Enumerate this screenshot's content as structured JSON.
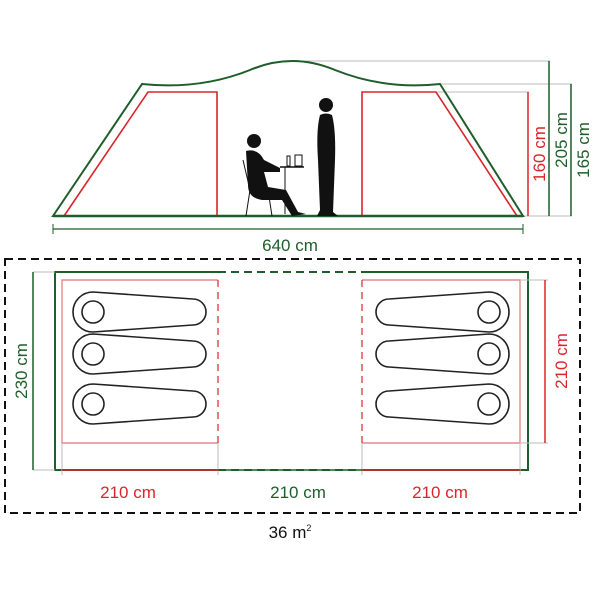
{
  "colors": {
    "outer": "#1e5e2a",
    "inner": "#d9262b",
    "figure": "#111111"
  },
  "elevation": {
    "width_label": "640 cm",
    "inner_height_label": "160 cm",
    "peak_height_label": "205 cm",
    "side_height_label": "165 cm"
  },
  "floor_plan": {
    "depth_label": "230 cm",
    "room_depth_label": "210 cm",
    "left_room_width_label": "210 cm",
    "living_width_label": "210 cm",
    "right_room_width_label": "210 cm",
    "area_label": "36 m",
    "area_unit_sup": "2"
  }
}
